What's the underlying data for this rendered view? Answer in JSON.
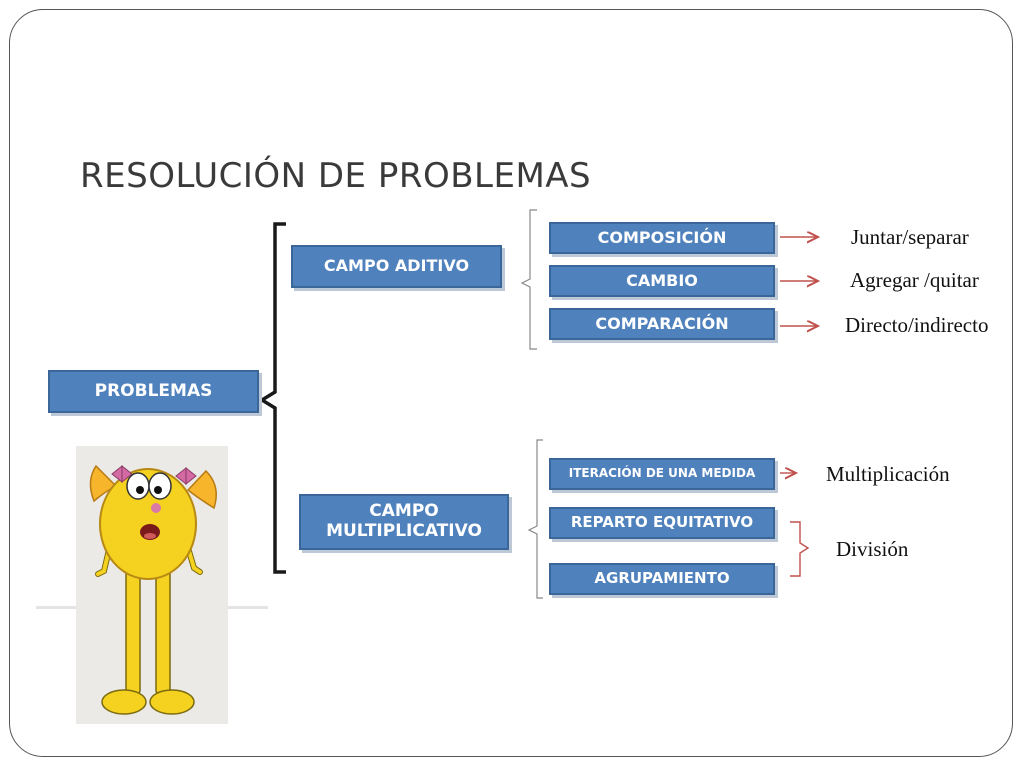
{
  "title": "RESOLUCIÓN DE PROBLEMAS",
  "root": "PROBLEMAS",
  "campos": {
    "aditivo": "CAMPO ADITIVO",
    "multiplicativo_line1": "CAMPO",
    "multiplicativo_line2": "MULTIPLICATIVO"
  },
  "aditivo_items": [
    "COMPOSICIÓN",
    "CAMBIO",
    "COMPARACIÓN"
  ],
  "multiplicativo_items": [
    "ITERACIÓN DE UNA MEDIDA",
    "REPARTO EQUITATIVO",
    "AGRUPAMIENTO"
  ],
  "notes": {
    "composicion": "Juntar/separar",
    "cambio": "Agregar /quitar",
    "comparacion": "Directo/indirecto",
    "iteracion": "Multiplicación",
    "division": "División"
  },
  "colors": {
    "box_fill": "#4f81bd",
    "arrow": "#c0504d",
    "character": "#f5d21f"
  }
}
